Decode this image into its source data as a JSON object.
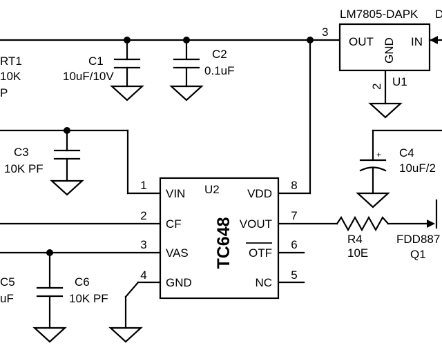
{
  "regulator": {
    "part": "LM7805-DAPK",
    "part_suffix": "D",
    "ref": "U1",
    "pin_out": "OUT",
    "pin_gnd": "GND",
    "pin_in": "IN",
    "pin_num_out": "3",
    "pin_num_gnd": "2"
  },
  "chip": {
    "part": "TC648",
    "ref": "U2",
    "pins": [
      {
        "num": "1",
        "name": "VIN"
      },
      {
        "num": "2",
        "name": "CF"
      },
      {
        "num": "3",
        "name": "VAS"
      },
      {
        "num": "4",
        "name": "GND"
      },
      {
        "num": "8",
        "name": "VDD"
      },
      {
        "num": "7",
        "name": "VOUT"
      },
      {
        "num": "6",
        "name": "OTF"
      },
      {
        "num": "5",
        "name": "NC"
      }
    ]
  },
  "components": {
    "rt1_ref": "RT1",
    "rt1_value": "10K",
    "rt1_extra": "P",
    "c1_ref": "C1",
    "c1_value": "10uF/10V",
    "c2_ref": "C2",
    "c2_value": "0.1uF",
    "c3_ref": "C3",
    "c3_value": "10K PF",
    "c4_ref": "C4",
    "c4_value": "10uF/2",
    "c4_polarity": "+",
    "c5_ref": "C5",
    "c5_value": "uF",
    "c6_ref": "C6",
    "c6_value": "10K PF",
    "r4_ref": "R4",
    "r4_value": "10E",
    "q1_part": "FDD887",
    "q1_ref": "Q1"
  }
}
